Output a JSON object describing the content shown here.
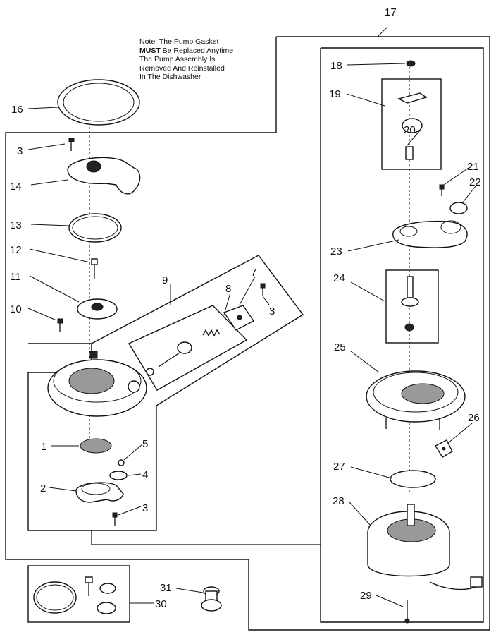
{
  "note": {
    "line1": "Note: The Pump Gasket",
    "line2_strong": "MUST",
    "line2_rest": " Be Replaced Anytime",
    "line3": "The Pump Assembly Is",
    "line4": "Removed And Reinstalled",
    "line5": "In The Dishwasher"
  },
  "callouts": {
    "c1": "1",
    "c2": "2",
    "c3a": "3",
    "c3b": "3",
    "c3c": "3",
    "c4": "4",
    "c5": "5",
    "c7": "7",
    "c8": "8",
    "c9": "9",
    "c10": "10",
    "c11": "11",
    "c12": "12",
    "c13": "13",
    "c14": "14",
    "c16": "16",
    "c17": "17",
    "c18": "18",
    "c19": "19",
    "c20": "20",
    "c21": "21",
    "c22": "22",
    "c23": "23",
    "c24": "24",
    "c25": "25",
    "c26": "26",
    "c27": "27",
    "c28": "28",
    "c29": "29",
    "c30": "30",
    "c31": "31"
  }
}
